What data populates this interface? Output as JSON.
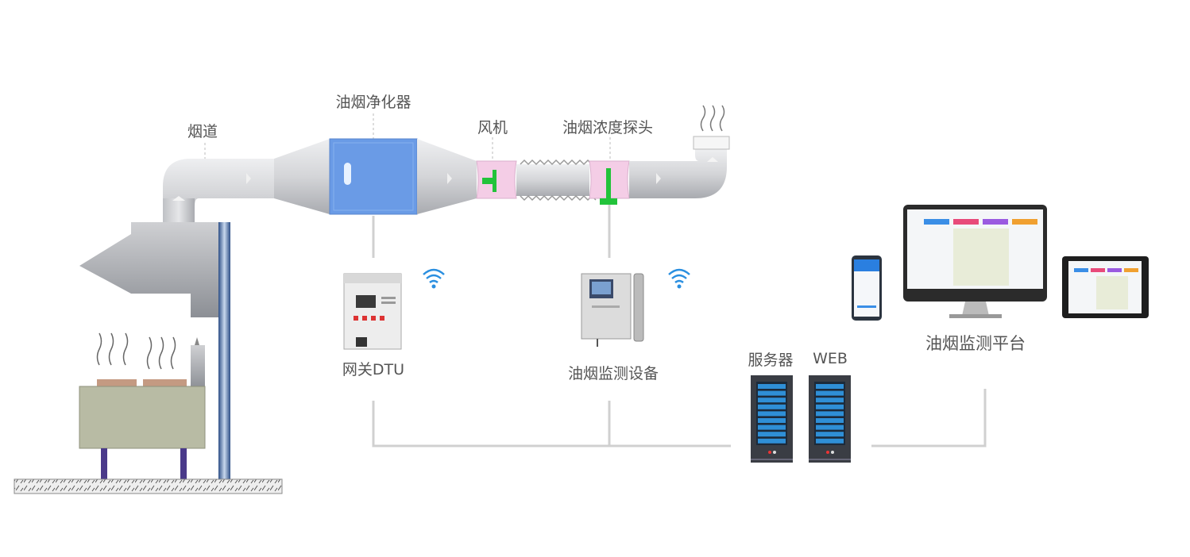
{
  "labels": {
    "flue": "烟道",
    "purifier": "油烟净化器",
    "fan": "风机",
    "probe": "油烟浓度探头",
    "gateway": "网关DTU",
    "monitor_device": "油烟监测设备",
    "server": "服务器",
    "web": "WEB",
    "platform": "油烟监测平台"
  },
  "colors": {
    "duct": "#d2d3d6",
    "purifier": "#6a9be6",
    "pink": "#f4cde6",
    "green": "#22c33a",
    "pole": "#5a7fb0",
    "leg": "#4a3a8a",
    "server_blue": "#2f8fd6",
    "line": "#d0d0d0"
  },
  "icons": [
    "wifi-icon",
    "steam-icon",
    "server-icon",
    "monitor-icon",
    "phone-icon",
    "tablet-icon"
  ]
}
